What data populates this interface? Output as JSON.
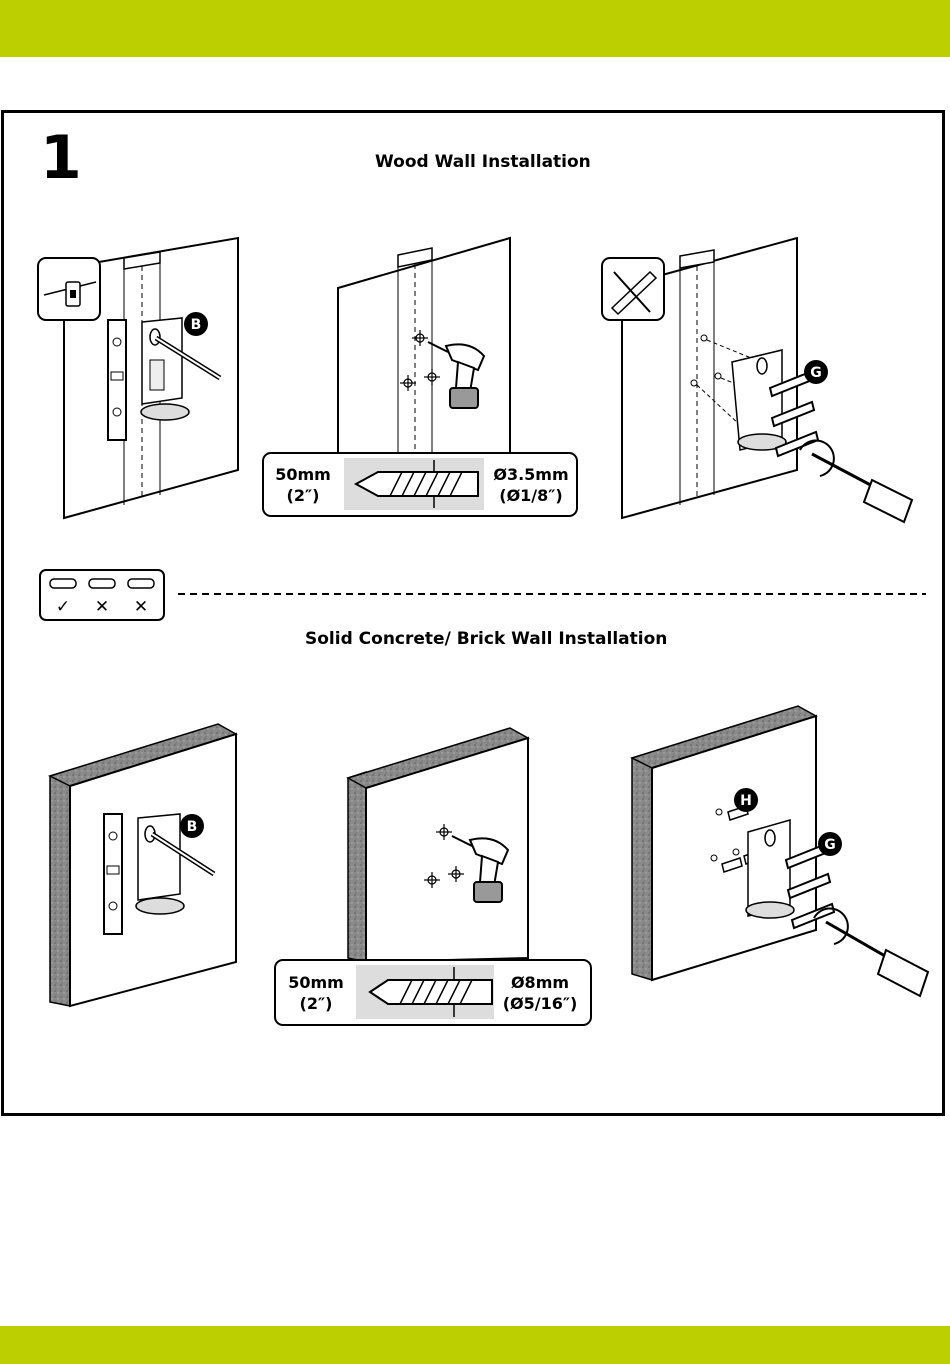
{
  "step": {
    "number": "1"
  },
  "wood": {
    "title": "Wood Wall Installation",
    "drill_depth": "50mm",
    "drill_depth_imperial": "(2″)",
    "drill_diameter": "Ø3.5mm",
    "drill_diameter_imperial": "(Ø1/8″)",
    "part_level_label": "B",
    "part_screw_label": "G"
  },
  "slots": {
    "marks": [
      "✓",
      "✕",
      "✕"
    ]
  },
  "concrete": {
    "title": "Solid Concrete/ Brick Wall Installation",
    "drill_depth": "50mm",
    "drill_depth_imperial": "(2″)",
    "drill_diameter": "Ø8mm",
    "drill_diameter_imperial": "(Ø5/16″)",
    "part_level_label": "B",
    "part_anchor_label": "H",
    "part_screw_label": "G"
  },
  "colors": {
    "accent": "#bccf00",
    "ink": "#000000",
    "concrete_edge": "#7a7a7a"
  },
  "icons": [
    "stud-finder-icon",
    "no-anchor-icon",
    "slot-check-icon",
    "level-icon",
    "drill-icon",
    "screwdriver-icon"
  ]
}
